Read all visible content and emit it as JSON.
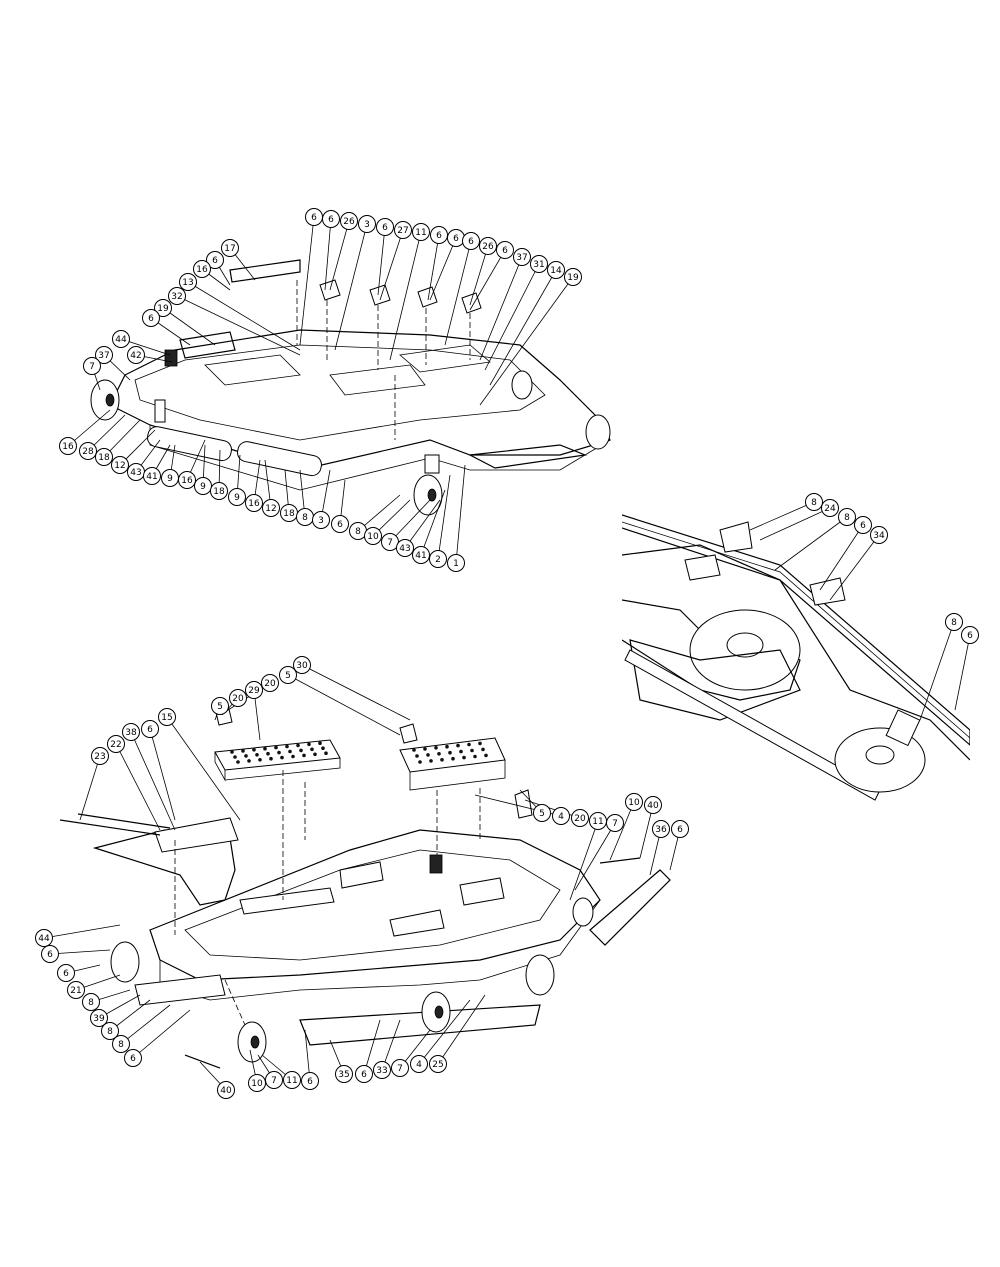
{
  "views": {
    "top_assembly": {
      "callouts": [
        {
          "id": "t1",
          "label": "6"
        },
        {
          "id": "t2",
          "label": "6"
        },
        {
          "id": "t3",
          "label": "26"
        },
        {
          "id": "t4",
          "label": "3"
        },
        {
          "id": "t5",
          "label": "6"
        },
        {
          "id": "t6",
          "label": "27"
        },
        {
          "id": "t7",
          "label": "11"
        },
        {
          "id": "t8",
          "label": "6"
        },
        {
          "id": "t9",
          "label": "6"
        },
        {
          "id": "t10",
          "label": "6"
        },
        {
          "id": "t11",
          "label": "26"
        },
        {
          "id": "t12",
          "label": "6"
        },
        {
          "id": "t13",
          "label": "37"
        },
        {
          "id": "t14",
          "label": "31"
        },
        {
          "id": "t15",
          "label": "14"
        },
        {
          "id": "t16",
          "label": "19"
        },
        {
          "id": "t17",
          "label": "17"
        },
        {
          "id": "t18",
          "label": "6"
        },
        {
          "id": "t19",
          "label": "16"
        },
        {
          "id": "t20",
          "label": "13"
        },
        {
          "id": "t21",
          "label": "32"
        },
        {
          "id": "t22",
          "label": "19"
        },
        {
          "id": "t23",
          "label": "6"
        },
        {
          "id": "t24",
          "label": "44"
        },
        {
          "id": "t25",
          "label": "42"
        },
        {
          "id": "t26",
          "label": "37"
        },
        {
          "id": "t27",
          "label": "7"
        },
        {
          "id": "t28",
          "label": "16"
        },
        {
          "id": "t29",
          "label": "28"
        },
        {
          "id": "t30",
          "label": "18"
        },
        {
          "id": "t31",
          "label": "12"
        },
        {
          "id": "t32",
          "label": "43"
        },
        {
          "id": "t33",
          "label": "41"
        },
        {
          "id": "t34",
          "label": "9"
        },
        {
          "id": "t35",
          "label": "16"
        },
        {
          "id": "t36",
          "label": "9"
        },
        {
          "id": "t37",
          "label": "18"
        },
        {
          "id": "t38",
          "label": "9"
        },
        {
          "id": "t39",
          "label": "16"
        },
        {
          "id": "t40",
          "label": "12"
        },
        {
          "id": "t41",
          "label": "18"
        },
        {
          "id": "t42",
          "label": "8"
        },
        {
          "id": "t43",
          "label": "3"
        },
        {
          "id": "t44",
          "label": "6"
        },
        {
          "id": "t45",
          "label": "8"
        },
        {
          "id": "t46",
          "label": "10"
        },
        {
          "id": "t47",
          "label": "7"
        },
        {
          "id": "t48",
          "label": "43"
        },
        {
          "id": "t49",
          "label": "41"
        },
        {
          "id": "t50",
          "label": "2"
        },
        {
          "id": "t51",
          "label": "1"
        }
      ]
    },
    "detail_view": {
      "callouts": [
        {
          "id": "d1",
          "label": "8"
        },
        {
          "id": "d2",
          "label": "24"
        },
        {
          "id": "d3",
          "label": "8"
        },
        {
          "id": "d4",
          "label": "6"
        },
        {
          "id": "d5",
          "label": "34"
        },
        {
          "id": "d6",
          "label": "8"
        },
        {
          "id": "d7",
          "label": "6"
        }
      ]
    },
    "bottom_assembly": {
      "callouts": [
        {
          "id": "b1",
          "label": "30"
        },
        {
          "id": "b2",
          "label": "5"
        },
        {
          "id": "b3",
          "label": "20"
        },
        {
          "id": "b4",
          "label": "29"
        },
        {
          "id": "b5",
          "label": "20"
        },
        {
          "id": "b6",
          "label": "5"
        },
        {
          "id": "b7",
          "label": "38"
        },
        {
          "id": "b8",
          "label": "22"
        },
        {
          "id": "b9",
          "label": "23"
        },
        {
          "id": "b10",
          "label": "6"
        },
        {
          "id": "b11",
          "label": "15"
        },
        {
          "id": "b12",
          "label": "5"
        },
        {
          "id": "b13",
          "label": "4"
        },
        {
          "id": "b14",
          "label": "20"
        },
        {
          "id": "b15",
          "label": "11"
        },
        {
          "id": "b16",
          "label": "7"
        },
        {
          "id": "b17",
          "label": "10"
        },
        {
          "id": "b18",
          "label": "40"
        },
        {
          "id": "b19",
          "label": "36"
        },
        {
          "id": "b20",
          "label": "6"
        },
        {
          "id": "b21",
          "label": "44"
        },
        {
          "id": "b22",
          "label": "6"
        },
        {
          "id": "b23",
          "label": "6"
        },
        {
          "id": "b24",
          "label": "21"
        },
        {
          "id": "b25",
          "label": "8"
        },
        {
          "id": "b26",
          "label": "39"
        },
        {
          "id": "b27",
          "label": "8"
        },
        {
          "id": "b28",
          "label": "8"
        },
        {
          "id": "b29",
          "label": "6"
        },
        {
          "id": "b30",
          "label": "40"
        },
        {
          "id": "b31",
          "label": "10"
        },
        {
          "id": "b32",
          "label": "7"
        },
        {
          "id": "b33",
          "label": "11"
        },
        {
          "id": "b34",
          "label": "6"
        },
        {
          "id": "b35",
          "label": "35"
        },
        {
          "id": "b36",
          "label": "6"
        },
        {
          "id": "b37",
          "label": "33"
        },
        {
          "id": "b38",
          "label": "7"
        },
        {
          "id": "b39",
          "label": "4"
        },
        {
          "id": "b40",
          "label": "25"
        }
      ]
    }
  }
}
